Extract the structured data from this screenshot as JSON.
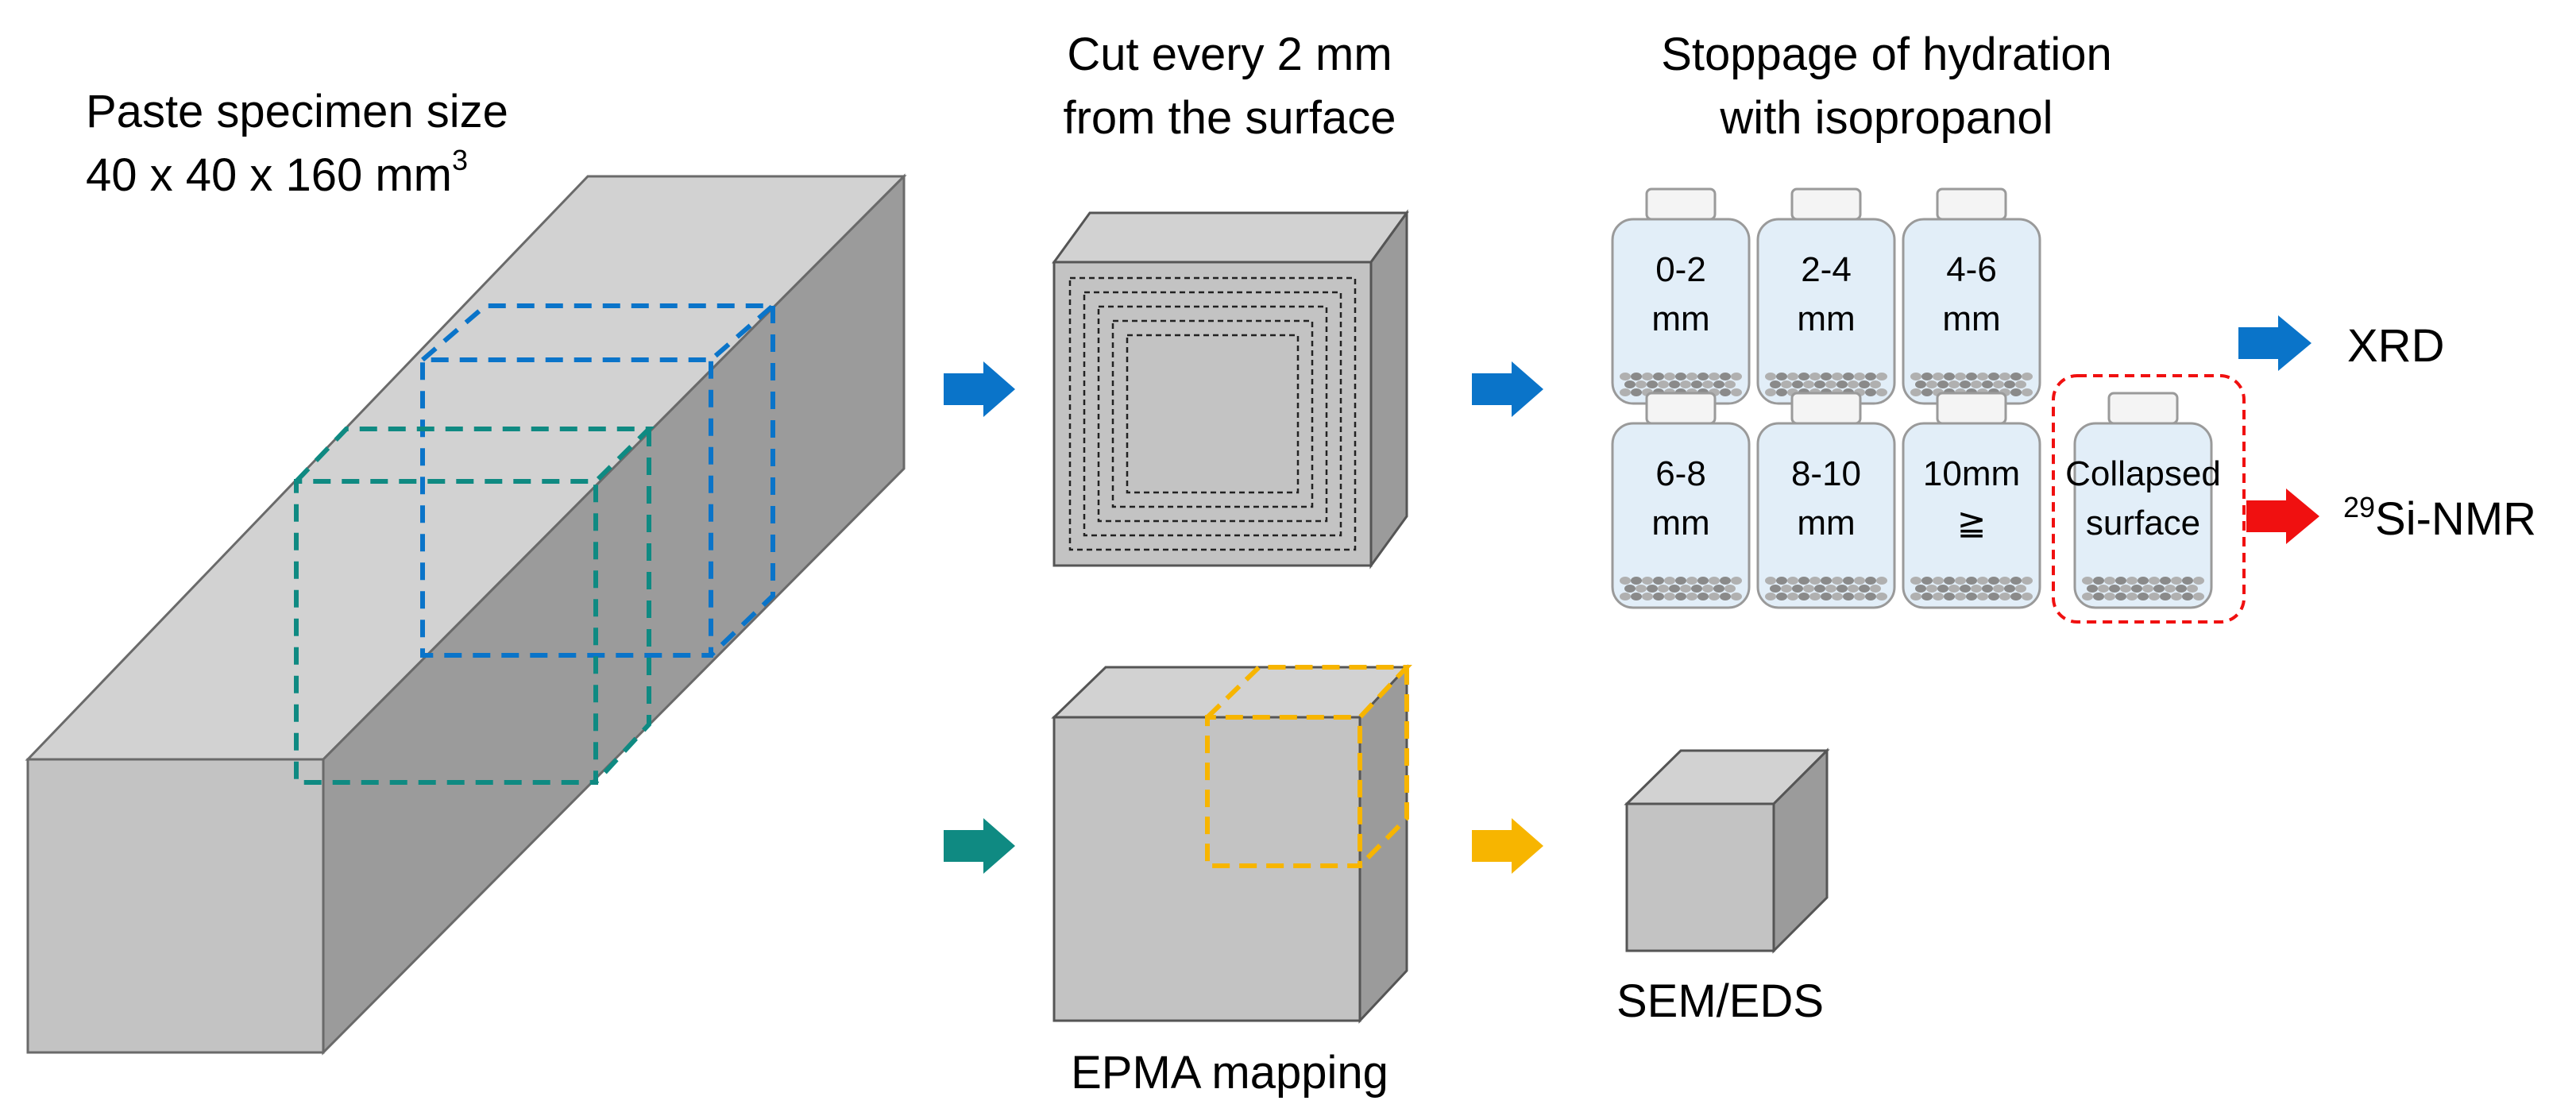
{
  "specimen": {
    "title_line1": "Paste specimen size",
    "title_line2_main": "40 x 40 x 160 mm",
    "title_line2_sup": "3"
  },
  "cutting": {
    "title_line1": "Cut every 2 mm",
    "title_line2": "from the surface"
  },
  "hydration": {
    "title_line1": "Stoppage of hydration",
    "title_line2": "with  isopropanol"
  },
  "jars": [
    {
      "line1": "0-2",
      "line2": "mm"
    },
    {
      "line1": "2-4",
      "line2": "mm"
    },
    {
      "line1": "4-6",
      "line2": "mm"
    },
    {
      "line1": "6-8",
      "line2": "mm"
    },
    {
      "line1": "8-10",
      "line2": "mm"
    },
    {
      "line1": "10mm",
      "line2": "≧"
    },
    {
      "line1": "Collapsed",
      "line2": "surface"
    }
  ],
  "outputs": {
    "xrd": "XRD",
    "nmr_sup": "29",
    "nmr_main": "Si-NMR",
    "epma": "EPMA mapping",
    "sem": "SEM/EDS"
  },
  "colors": {
    "blue": "#0a74c9",
    "teal": "#0f8a82",
    "yellow": "#f7b500",
    "red": "#f01010",
    "gray_front": "#c3c3c3",
    "gray_top": "#d2d2d2",
    "gray_side": "#9b9b9b",
    "jar_fill": "#e2eef8"
  }
}
